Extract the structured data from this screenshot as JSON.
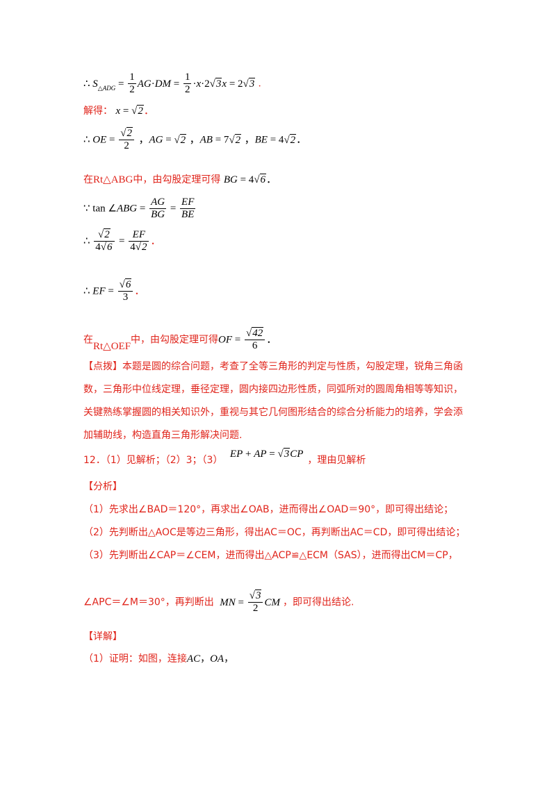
{
  "lines": {
    "l1": "∴S△ADG = 1/2 AG·DM = 1/2·x·2√3x = 2√3．",
    "l2_label": "解得：",
    "l2_expr": "x = √2．",
    "l3": "∴OE = √2/2，AG = √2，AB = 7√2，BE = 4√2．",
    "l4_a": "在",
    "l4_tri": "Rt△ABG",
    "l4_b": "中，由勾股定理可得",
    "l4_expr": "BG = 4√6．",
    "l5": "∵tan∠ABG = AG/BG = EF/BE",
    "l6": "∴√2/(4√6) = EF/(4√2)．",
    "l7": "∴EF = √6/3．",
    "l8_a": "在",
    "l8_tri": "Rt△OEF",
    "l8_b": "中，由勾股定理可得",
    "l8_expr": "OF = √42/6．"
  },
  "dianbo": {
    "tag": "【点拨】",
    "line1": "本题是圆的综合问题，考查了全等三角形的判定与性质，勾股定理，锐角三角函",
    "line2": "数，三角形中位线定理，垂径定理，圆内接四边形性质，同弧所对的圆周角相等等知识，",
    "line3": "关键熟练掌握圆的相关知识外，重视与其它几何图形结合的综合分析能力的培养，学会添",
    "line4": "加辅助线，构造直角三角形解决问题."
  },
  "q12": {
    "head": "12．（1）见解析；（2）3；（3）",
    "expr": "EP + AP = √3CP",
    "tail": "，理由见解析"
  },
  "fenxi": {
    "tag": "【分析】",
    "s1": "（1）先求出∠BAD＝120°，再求出∠OAB，进而得出∠OAD＝90°，即可得出结论；",
    "s2": "（2）先判断出△AOC是等边三角形，得出AC＝OC，再判断出AC＝CD，即可得出结论；",
    "s3": "（3）先判断出∠CAP＝∠CEM，进而得出△ACP≌△ECM（SAS），进而得出CM＝CP，",
    "s4_a": "∠APC＝∠M＝30°，再判断出",
    "s4_expr": "MN = √3/2 CM",
    "s4_b": "，即可得出结论."
  },
  "xiangjie": {
    "tag": "【详解】",
    "s1_a": "（1）证明：如图，连接",
    "s1_expr": "AC，OA，"
  },
  "colors": {
    "red": "#e0241b",
    "black": "#000000"
  }
}
